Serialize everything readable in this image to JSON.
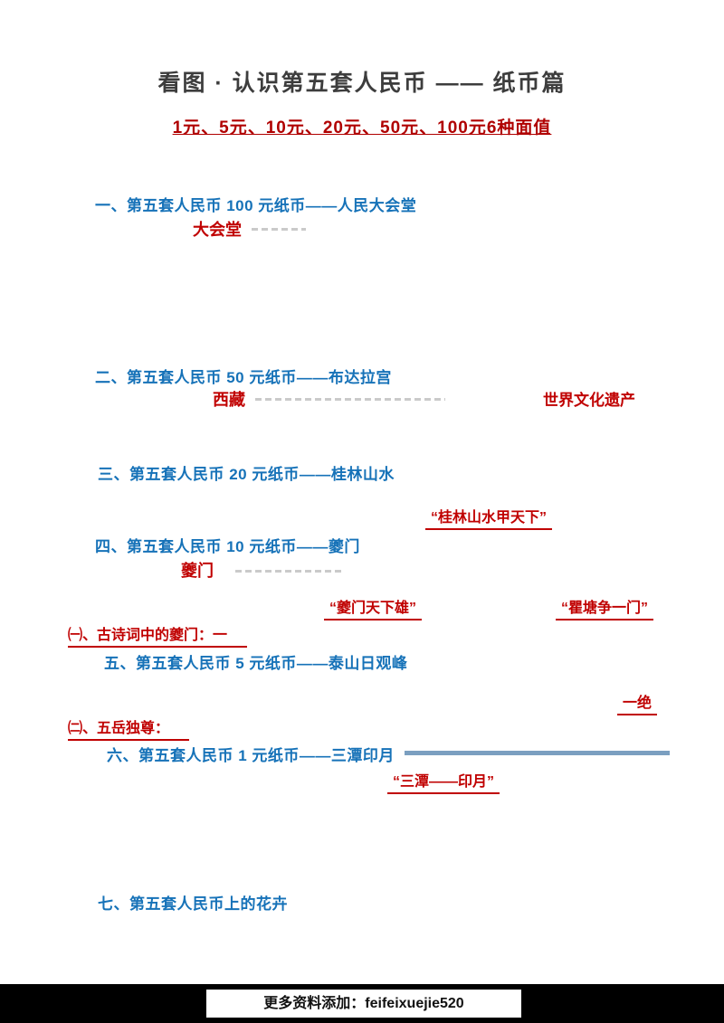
{
  "doc": {
    "title": "看图 · 认识第五套人民币 —— 纸币篇",
    "subtitle": "1元、5元、10元、20元、50元、100元6种面值"
  },
  "sections": [
    {
      "heading": "一、第五套人民币 100 元纸币——人民大会堂",
      "term": "大会堂"
    },
    {
      "heading": "二、第五套人民币 50 元纸币——布达拉宫",
      "term": "西藏",
      "note": "世界文化遗产"
    },
    {
      "heading": "三、第五套人民币 20 元纸币——桂林山水",
      "quote": "“桂林山水甲天下”"
    },
    {
      "heading": "四、第五套人民币 10 元纸币——夔门",
      "term": "夔门",
      "quote": "“夔门天下雄”",
      "quote2": "“瞿塘争一门”",
      "sidenote": "㈠、古诗词中的夔门：一"
    },
    {
      "heading": "五、第五套人民币 5 元纸币——泰山日观峰",
      "term": "一绝",
      "sidenote": "㈡、五岳独尊："
    },
    {
      "heading": "六、第五套人民币 1 元纸币——三潭印月",
      "quote": "“三潭——印月”"
    },
    {
      "heading": "七、第五套人民币上的花卉"
    }
  ],
  "footer": {
    "text": "更多资料添加：feifeixuejie520"
  },
  "colors": {
    "heading_blue": "#1672b8",
    "accent_red": "#c00000",
    "title_gray": "#3d3d3d",
    "footer_band": "#000000"
  }
}
